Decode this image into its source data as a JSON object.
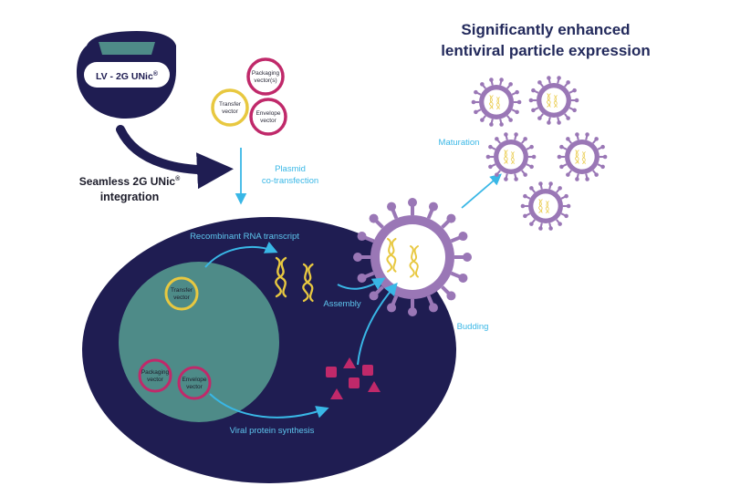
{
  "title": {
    "line1": "Significantly enhanced",
    "line2": "lentiviral particle expression"
  },
  "lv_unit": {
    "label": "LV - 2G UNic",
    "mark": "®"
  },
  "integration": {
    "line1": "Seamless 2G UNic",
    "mark": "®",
    "line2": "integration"
  },
  "plasmids_top": {
    "packaging": [
      "Packaging",
      "vector(s)"
    ],
    "transfer": [
      "Transfer",
      "vector"
    ],
    "envelope": [
      "Envelope",
      "vector"
    ]
  },
  "cotransfection": {
    "line1": "Plasmid",
    "line2": "co-transfection"
  },
  "cell": {
    "rna_label": "Recombinant RNA transcript",
    "assembly_label": "Assembly",
    "protein_label": "Viral protein synthesis",
    "nucleus_plasmids": {
      "transfer": [
        "Transfer",
        "vector"
      ],
      "packaging": [
        "Packaging",
        "vector"
      ],
      "envelope": [
        "Envelope",
        "vector"
      ]
    }
  },
  "budding_label": "Budding",
  "maturation_label": "Maturation",
  "colors": {
    "navy": "#1f1d52",
    "teal": "#4e8b88",
    "virus_purple": "#9a77b6",
    "virus_inner": "#ffffff",
    "rna_yellow": "#e8c840",
    "magenta": "#c0296a",
    "cyan": "#39b7e6",
    "title_navy": "#232a5c"
  },
  "icons": {
    "lv_unit": "lentiviral-cassette-icon",
    "virus": "virus-particle-icon",
    "rna": "rna-strand-icon",
    "protein": "viral-protein-icon"
  }
}
